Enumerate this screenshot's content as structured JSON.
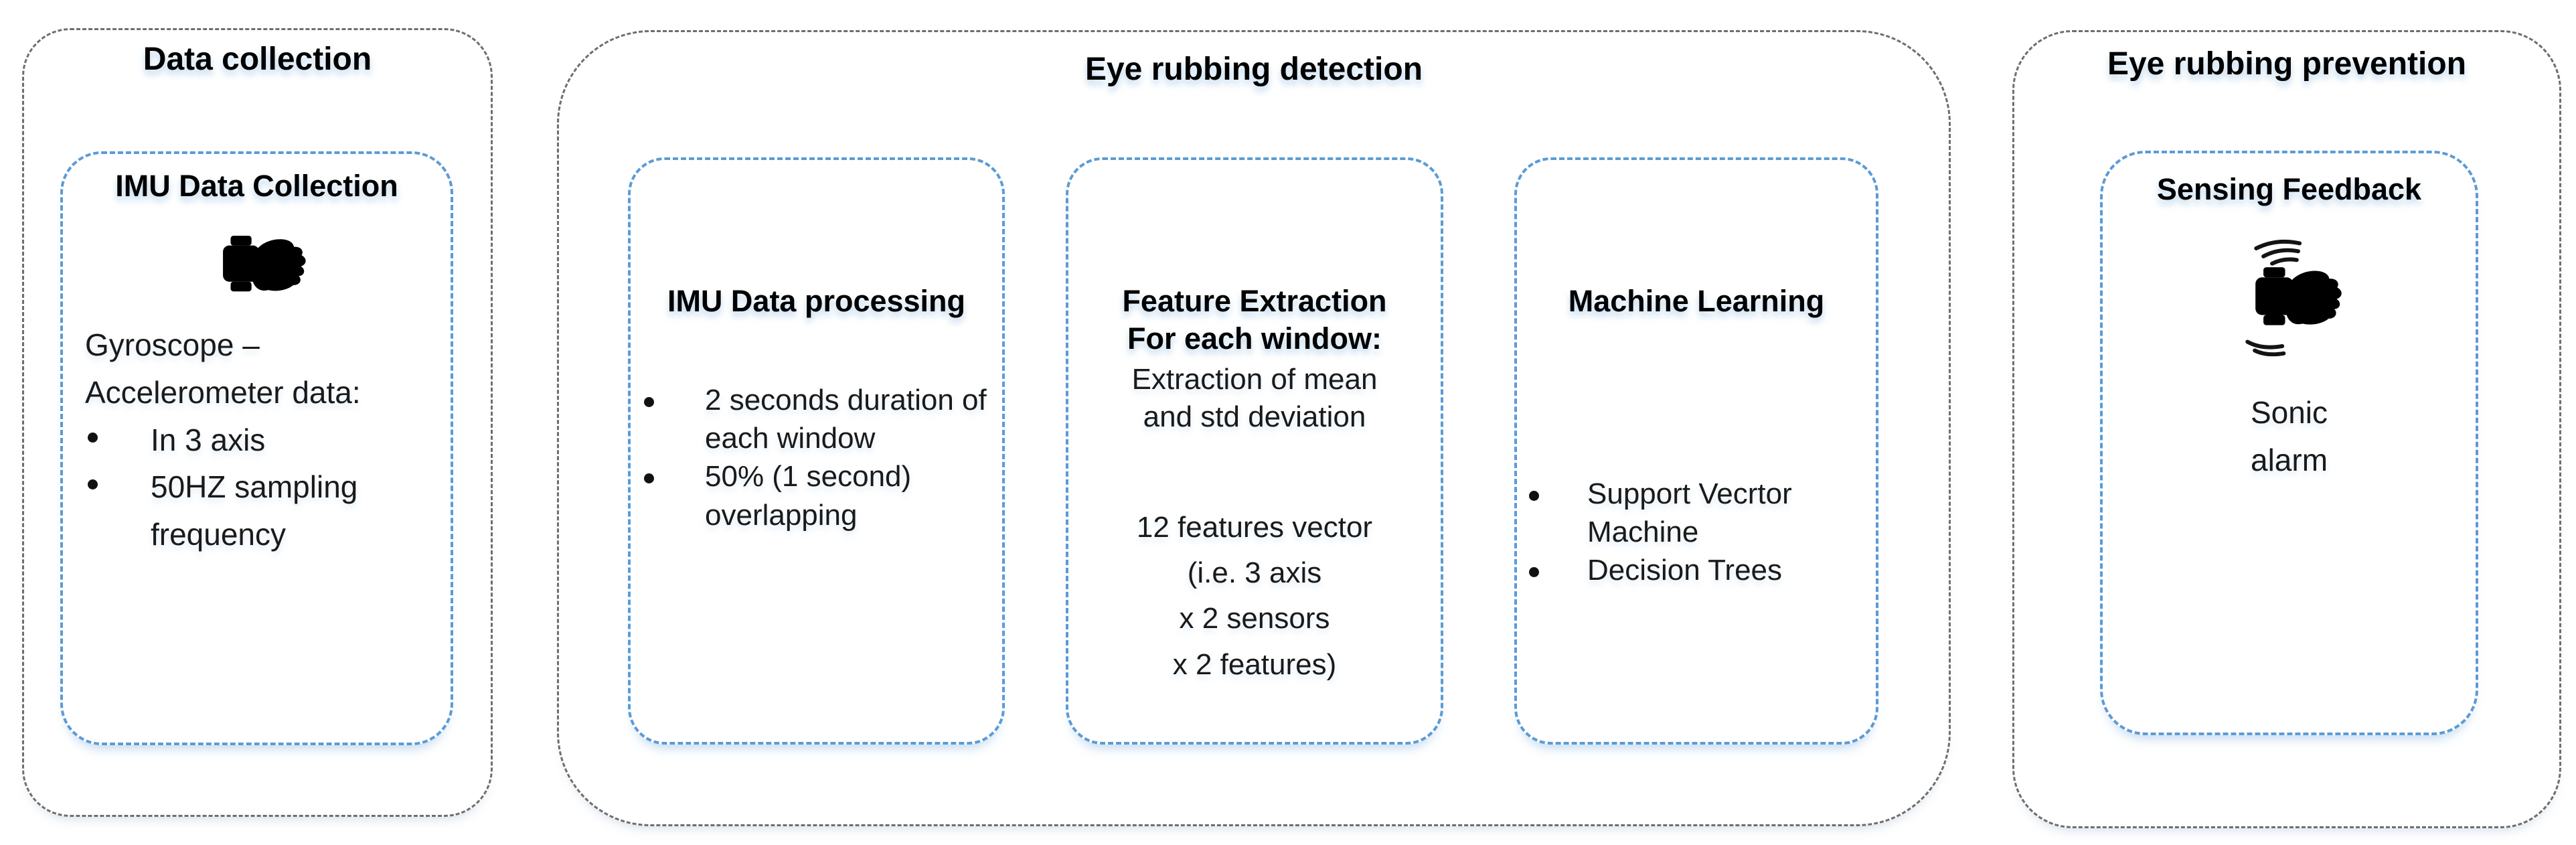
{
  "colors": {
    "blue_dash": "#5B9BD5",
    "gray_dash": "#6e6e6e",
    "text": "#1a1a1a"
  },
  "data_collection": {
    "title": "Data collection",
    "card": {
      "title": "IMU Data Collection",
      "icon": "smartwatch-on-fist",
      "lines": [
        "Gyroscope –",
        "Accelerometer data:"
      ],
      "bullets": [
        "In 3 axis",
        "50HZ sampling frequency"
      ]
    }
  },
  "detection": {
    "title": "Eye rubbing detection",
    "processing": {
      "title": "IMU Data processing",
      "bullets": [
        "2 seconds duration of each window",
        "50% (1 second) overlapping"
      ]
    },
    "features": {
      "title_lines": [
        "Feature Extraction",
        "For each window:"
      ],
      "body_lines": [
        "Extraction of mean",
        "and std deviation"
      ],
      "vector_lines": [
        "12 features vector",
        "(i.e. 3 axis",
        "x 2 sensors",
        "x 2 features)"
      ]
    },
    "ml": {
      "title": "Machine Learning",
      "bullets": [
        "Support Vecrtor Machine",
        "Decision Trees"
      ]
    }
  },
  "prevention": {
    "title": "Eye rubbing prevention",
    "card": {
      "title": "Sensing Feedback",
      "icon": "vibrating-smartwatch-on-fist",
      "lines": [
        "Sonic",
        "alarm"
      ]
    }
  }
}
